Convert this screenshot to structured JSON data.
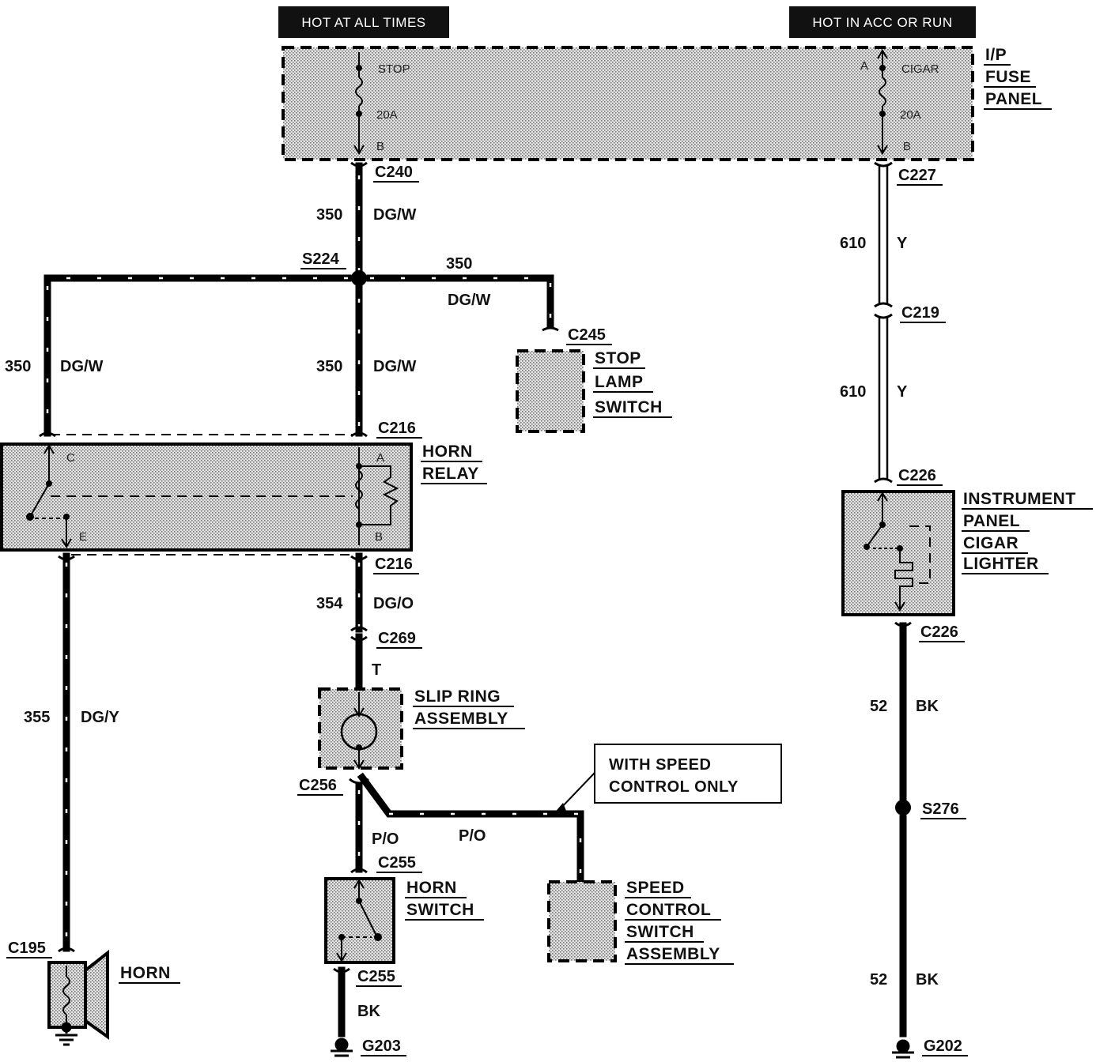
{
  "headers": {
    "hot_always": "HOT AT ALL TIMES",
    "hot_acc_run": "HOT IN ACC OR RUN"
  },
  "fuse_panel": {
    "name_lines": [
      "I/P",
      "FUSE",
      "PANEL"
    ],
    "stop_fuse": {
      "name": "STOP",
      "rating": "20A",
      "pin_out": "B"
    },
    "cigar_fuse": {
      "name": "CIGAR",
      "rating": "20A",
      "pin_in": "A",
      "pin_out": "B"
    }
  },
  "connectors": {
    "c240": "C240",
    "c227": "C227",
    "c219": "C219",
    "c245": "C245",
    "c216_top": "C216",
    "c216_bottom": "C216",
    "c226_top": "C226",
    "c226_bottom": "C226",
    "c269": "C269",
    "c256": "C256",
    "c255_top": "C255",
    "c255_bottom": "C255",
    "c195": "C195"
  },
  "splices": {
    "s224": "S224",
    "s276": "S276"
  },
  "grounds": {
    "g203": "G203",
    "g202": "G202"
  },
  "wires": {
    "w350_main": {
      "circuit": "350",
      "color": "DG/W"
    },
    "w350_stop": {
      "circuit": "350",
      "color": "DG/W"
    },
    "w350_left": {
      "circuit": "350",
      "color": "DG/W"
    },
    "w350_mid": {
      "circuit": "350",
      "color": "DG/W"
    },
    "w610_upper": {
      "circuit": "610",
      "color": "Y"
    },
    "w610_lower": {
      "circuit": "610",
      "color": "Y"
    },
    "w354": {
      "circuit": "354",
      "color": "DG/O"
    },
    "w_t": {
      "color": "T"
    },
    "w355": {
      "circuit": "355",
      "color": "DG/Y"
    },
    "w_po_left": {
      "color": "P/O"
    },
    "w_po_right": {
      "color": "P/O"
    },
    "w_bk_horn_switch": {
      "color": "BK"
    },
    "w52_upper": {
      "circuit": "52",
      "color": "BK"
    },
    "w52_lower": {
      "circuit": "52",
      "color": "BK"
    }
  },
  "components": {
    "stop_lamp_switch": [
      "STOP",
      "LAMP",
      "SWITCH"
    ],
    "horn_relay": {
      "lines": [
        "HORN",
        "RELAY"
      ],
      "pins": [
        "C",
        "E",
        "A",
        "B"
      ]
    },
    "cigar_lighter": [
      "INSTRUMENT",
      "PANEL",
      "CIGAR",
      "LIGHTER"
    ],
    "slip_ring": [
      "SLIP RING",
      "ASSEMBLY"
    ],
    "horn_switch": [
      "HORN",
      "SWITCH"
    ],
    "speed_control_switch": [
      "SPEED",
      "CONTROL",
      "SWITCH",
      "ASSEMBLY"
    ],
    "horn": "HORN"
  },
  "note": [
    "WITH SPEED",
    "CONTROL ONLY"
  ]
}
